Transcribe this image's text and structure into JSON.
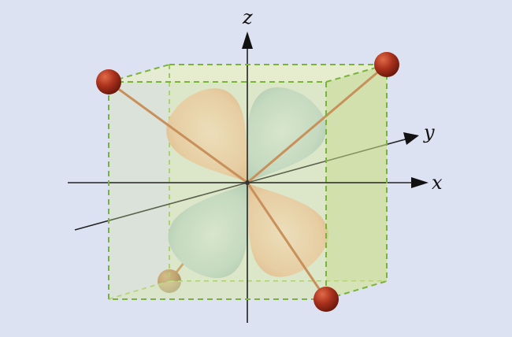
{
  "diagram": {
    "axes": [
      {
        "name": "z",
        "label": "z"
      },
      {
        "name": "y",
        "label": "y"
      },
      {
        "name": "x",
        "label": "x"
      }
    ],
    "lobe_colors": {
      "positive": "#f0c6a4",
      "negative": "#bcd4cc"
    },
    "cube_color": "#d6e6b0",
    "cube_edge_color": "#7ab33a",
    "ligand_color": "#a8301c",
    "bond_color": "#c8905a",
    "ligand_count": 4
  }
}
